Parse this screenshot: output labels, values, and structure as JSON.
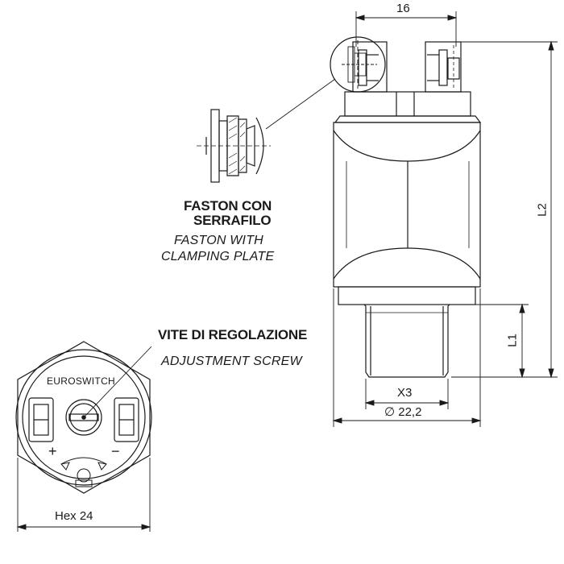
{
  "callouts": {
    "faston_it_line1": "FASTON CON",
    "faston_it_line2": "SERRAFILO",
    "faston_en_line1": "FASTON WITH",
    "faston_en_line2": "CLAMPING PLATE",
    "screw_it": "VITE DI REGOLAZIONE",
    "screw_en": "ADJUSTMENT SCREW"
  },
  "dimensions": {
    "top_width": "16",
    "overall_height": "L2",
    "thread_length": "L1",
    "thread": "X3",
    "body_diameter": "∅ 22,2",
    "hex": "Hex 24"
  },
  "brand": "EUROSWITCH",
  "symbols": {
    "plus": "+",
    "minus": "−"
  }
}
